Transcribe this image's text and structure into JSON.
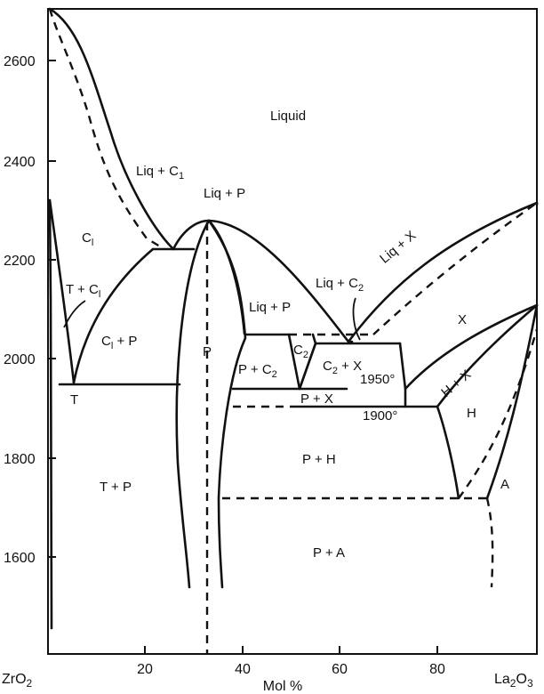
{
  "diagram": {
    "y_axis_ticks": [
      "2600",
      "2400",
      "2200",
      "2000",
      "1800",
      "1600"
    ],
    "x_axis_ticks": [
      "20",
      "40",
      "60",
      "80"
    ],
    "x_axis_title": "Mol %",
    "left_component": "ZrO",
    "left_component_sub": "2",
    "right_component": "La",
    "right_component_sub1": "2",
    "right_component_mid": "O",
    "right_component_sub2": "3",
    "regions": {
      "liquid": "Liquid",
      "liq_c1": "Liq + C",
      "liq_c1_sub": "1",
      "liq_p_top": "Liq + P",
      "c1": "C",
      "c1_sub": "l",
      "t_c1": "T + C",
      "t_c1_sub": "l",
      "c1_p": "C",
      "c1_p_sub": "l",
      "c1_p_rest": " + P",
      "p": "P",
      "t": "T",
      "t_p": "T + P",
      "liq_p": "Liq + P",
      "liq_c2": "Liq + C",
      "liq_c2_sub": "2",
      "liq_x": "Liq + X",
      "x": "X",
      "c2": "C",
      "c2_sub": "2",
      "p_c2": "P + C",
      "p_c2_sub": "2",
      "c2_x": "C",
      "c2_x_sub": "2",
      "c2_x_rest": " + X",
      "p_x": "P + X",
      "h_x": "H + X",
      "h": "H",
      "p_h": "P + H",
      "p_a": "P + A",
      "a": "A"
    },
    "annotations": {
      "temp_1950": "1950°",
      "temp_1900": "1900°"
    }
  }
}
